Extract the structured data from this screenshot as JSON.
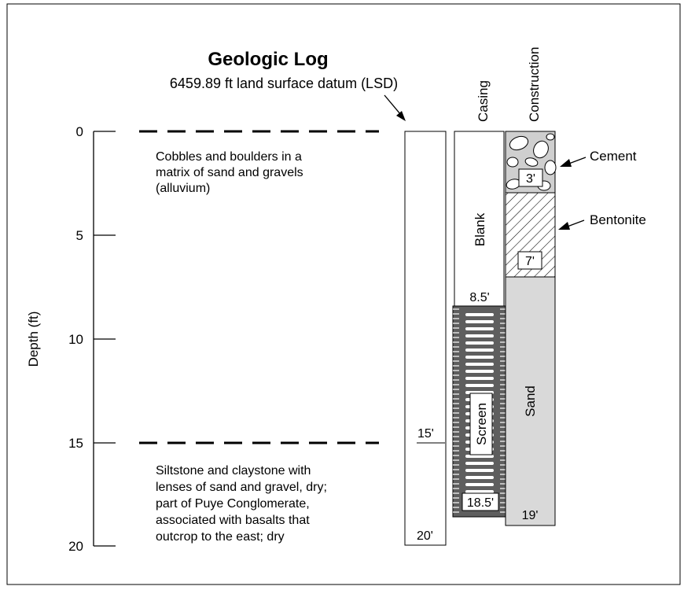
{
  "title": "Geologic Log",
  "subtitle": "6459.89 ft land surface datum (LSD)",
  "axis": {
    "label": "Depth (ft)",
    "ticks": [
      "0",
      "5",
      "10",
      "15",
      "20"
    ]
  },
  "column_headers": {
    "casing": "Casing",
    "construction": "Construction"
  },
  "layers": [
    {
      "top_ft": 0,
      "description": [
        "Cobbles and boulders in a",
        "matrix of sand and gravels",
        "(alluvium)"
      ]
    },
    {
      "top_ft": 15,
      "description": [
        "Siltstone and claystone with",
        "lenses of sand and gravel, dry;",
        "part of Puye Conglomerate,",
        "associated with basalts that",
        "outcrop to the east; dry"
      ]
    }
  ],
  "borehole": {
    "bottom_label": "20'",
    "contact_label": "15'"
  },
  "casing": {
    "blank_label": "Blank",
    "screen_label": "Screen",
    "screen_top_label": "8.5'",
    "screen_bottom_label": "18.5'"
  },
  "construction": {
    "cement_label": "Cement",
    "cement_bottom_label": "3'",
    "bentonite_label": "Bentonite",
    "bentonite_bottom_label": "7'",
    "sand_label": "Sand",
    "sand_bottom_label": "19'"
  },
  "colors": {
    "cement_fill": "#cfcfcf",
    "sand_fill": "#d9d9d9",
    "screen_fill": "#5e5e5e"
  }
}
